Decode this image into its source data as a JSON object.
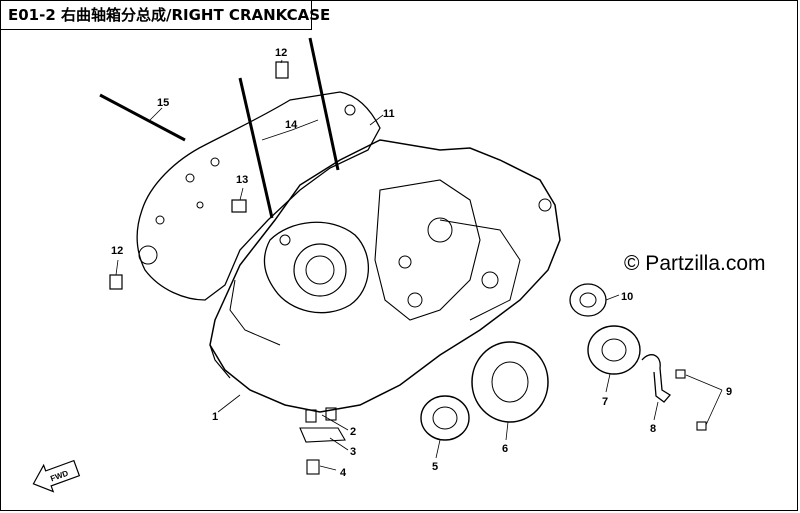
{
  "diagram": {
    "title": "E01-2 右曲轴箱分总成/RIGHT CRANKCASE",
    "watermark": "© Partzilla.com",
    "direction_badge": "FWD",
    "callouts": [
      {
        "id": "1",
        "number": "1"
      },
      {
        "id": "2",
        "number": "2"
      },
      {
        "id": "3",
        "number": "3"
      },
      {
        "id": "4",
        "number": "4"
      },
      {
        "id": "5",
        "number": "5"
      },
      {
        "id": "6",
        "number": "6"
      },
      {
        "id": "7",
        "number": "7"
      },
      {
        "id": "8",
        "number": "8"
      },
      {
        "id": "9",
        "number": "9"
      },
      {
        "id": "10",
        "number": "10"
      },
      {
        "id": "11",
        "number": "11"
      },
      {
        "id": "12a",
        "number": "12"
      },
      {
        "id": "12b",
        "number": "12"
      },
      {
        "id": "13",
        "number": "13"
      },
      {
        "id": "14",
        "number": "14"
      },
      {
        "id": "15",
        "number": "15"
      }
    ]
  }
}
